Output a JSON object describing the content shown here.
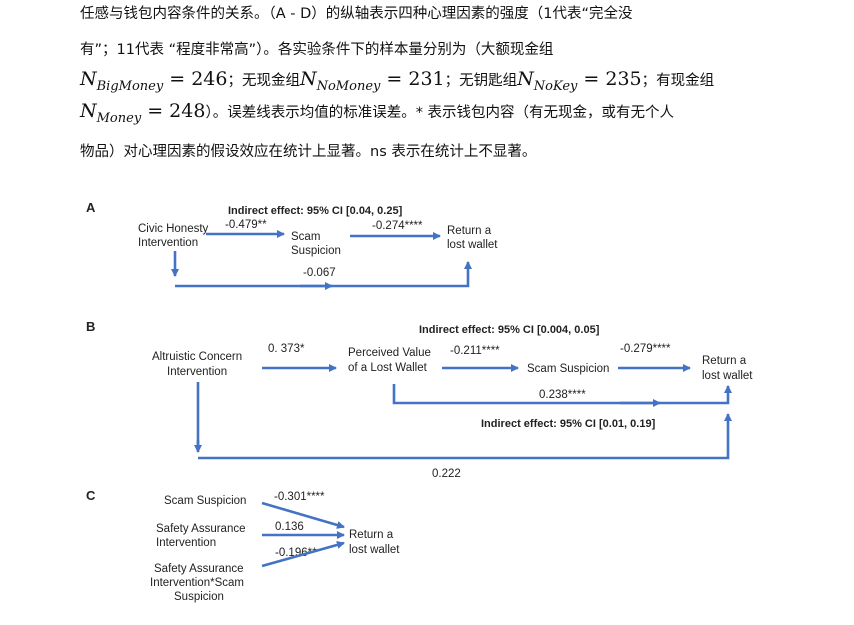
{
  "paragraph": {
    "line1": "任感与钱包内容条件的关系。（A - D）的纵轴表示四种心理因素的强度（1代表“完全没",
    "line2": "有”；11代表 “程度非常高”）。各实验条件下的样本量分别为（大额现金组",
    "line3_math1_base": "N",
    "line3_math1_sub": "BigMoney",
    "line3_math1_val": " = 246",
    "line3_mid": "；无现金组",
    "line3_math2_base": "N",
    "line3_math2_sub": "NoMoney",
    "line3_math2_val": " = 231",
    "line3_mid2": "；无钥匙组",
    "line3_math3_base": "N",
    "line3_math3_sub": "NoKey",
    "line3_math3_val": " = 235",
    "line3_end": "；有现金组",
    "line4_math_base": "N",
    "line4_math_sub": "Money",
    "line4_math_val": " = 248",
    "line4_rest": "）。误差线表示均值的标准误差。* 表示钱包内容（有无现金，或有无个人",
    "line5": "物品）对心理因素的假设效应在统计上显著。ns 表示在统计上不显著。"
  },
  "diagram": {
    "colors": {
      "arrow": "#4472c4"
    },
    "panel_a": {
      "label": "A",
      "indirect": "Indirect effect: 95% CI [0.04, 0.25]",
      "node_x_line1": "Civic Honesty",
      "node_x_line2": "Intervention",
      "node_m_line1": "Scam",
      "node_m_line2": "Suspicion",
      "node_y_line1": "Return a",
      "node_y_line2": "lost wallet",
      "path_a": "-0.479**",
      "path_b": "-0.274****",
      "path_c": "-0.067"
    },
    "panel_b": {
      "label": "B",
      "indirect1": "Indirect effect: 95% CI [0.004, 0.05]",
      "indirect2": "Indirect effect: 95% CI [0.01, 0.19]",
      "node_x_line1": "Altruistic Concern",
      "node_x_line2": "Intervention",
      "node_m1_line1": "Perceived Value",
      "node_m1_line2": "of a Lost Wallet",
      "node_m2": "Scam Suspicion",
      "node_y_line1": "Return a",
      "node_y_line2": "lost wallet",
      "path_a": "0. 373*",
      "path_m1m2": "-0.211****",
      "path_m2y": "-0.279****",
      "path_m1y": "0.238****",
      "path_c": "0.222"
    },
    "panel_c": {
      "label": "C",
      "pred1": "Scam Suspicion",
      "pred2_line1": "Safety Assurance",
      "pred2_line2": "Intervention",
      "pred3_line1": "Safety Assurance",
      "pred3_line2": "Intervention*Scam",
      "pred3_line3": "Suspicion",
      "node_y_line1": "Return a",
      "node_y_line2": "lost wallet",
      "coef1": "-0.301****",
      "coef2": "0.136",
      "coef3": "-0.196**"
    }
  }
}
